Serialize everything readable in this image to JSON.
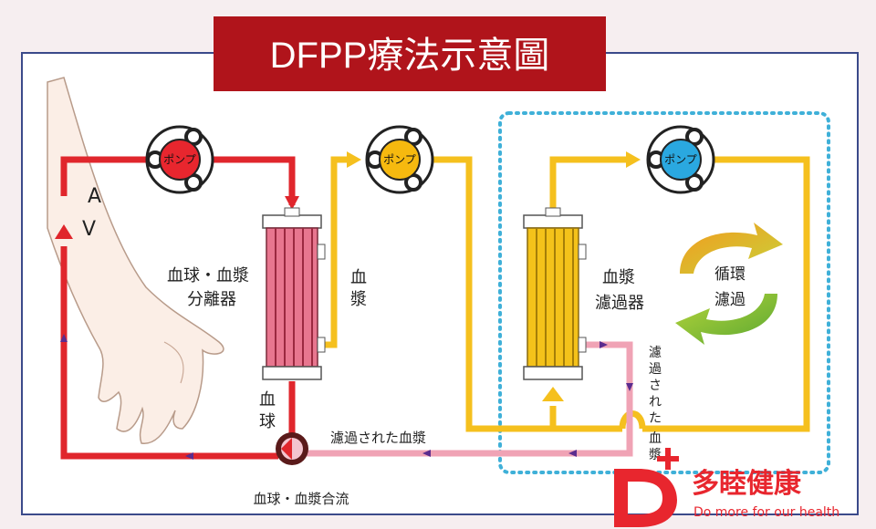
{
  "title": "DFPP療法示意圖",
  "arm": {
    "artery_label": "A",
    "vein_label": "V"
  },
  "pumps": [
    {
      "label": "ポンプ",
      "color": "#e8262e"
    },
    {
      "label": "ポンプ",
      "color": "#f6b90f"
    },
    {
      "label": "ポンプ",
      "color": "#2aa8e0"
    }
  ],
  "separator": {
    "label_line1": "血球・血漿",
    "label_line2": "分離器",
    "color": "#e8768f"
  },
  "filter": {
    "label_line1": "血漿",
    "label_line2": "濾過器",
    "color": "#f4c21a"
  },
  "plasma_label": [
    "血",
    "漿"
  ],
  "blood_cells_label": [
    "血",
    "球"
  ],
  "filtered_plasma_label": "濾過された血漿",
  "filtered_plasma_vertical": [
    "濾",
    "過",
    "さ",
    "れ",
    "た",
    "血",
    "漿"
  ],
  "merge_label": "血球・血漿合流",
  "circulation_label": [
    "循環",
    "濾過"
  ],
  "brand": {
    "name": "多睦健康",
    "tagline": "Do more for our health",
    "logo_letter": "D"
  },
  "colors": {
    "blood_line": "#e0262c",
    "plasma_line": "#f5c01e",
    "filtered_line": "#f0a3b5",
    "arrow_purple": "#5b2c8e",
    "title_bg": "#b0141b",
    "frame": "#3b4a8a",
    "dotted_box": "#3fb0d8"
  }
}
